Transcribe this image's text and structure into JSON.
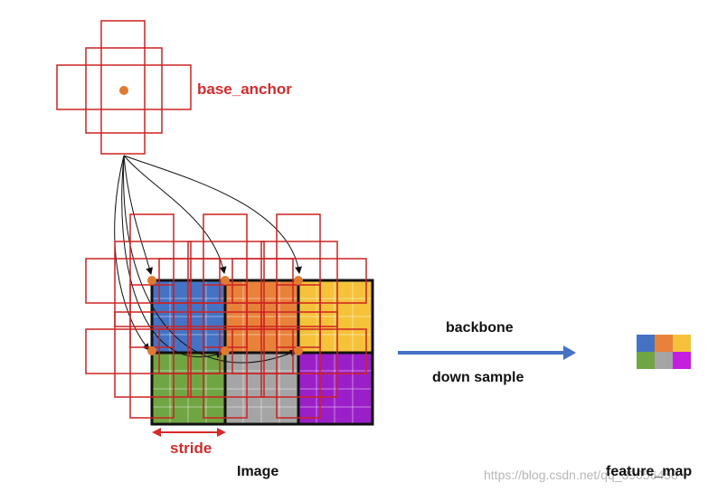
{
  "labels": {
    "base_anchor": "base_anchor",
    "stride": "stride",
    "image": "Image",
    "backbone": "backbone",
    "down_sample": "down sample",
    "feature_map": "feature_map"
  },
  "watermark": "https://blog.csdn.net/qq_39056458",
  "colors": {
    "anchor_box": "#cc2222",
    "anchor_center": "#e07a30",
    "arrow": "#4472c4",
    "label_red": "#d42b2b",
    "cells": [
      "#4472c4",
      "#e8823a",
      "#f5c23a",
      "#70a544",
      "#a5a5a5",
      "#9b1fc8"
    ]
  }
}
